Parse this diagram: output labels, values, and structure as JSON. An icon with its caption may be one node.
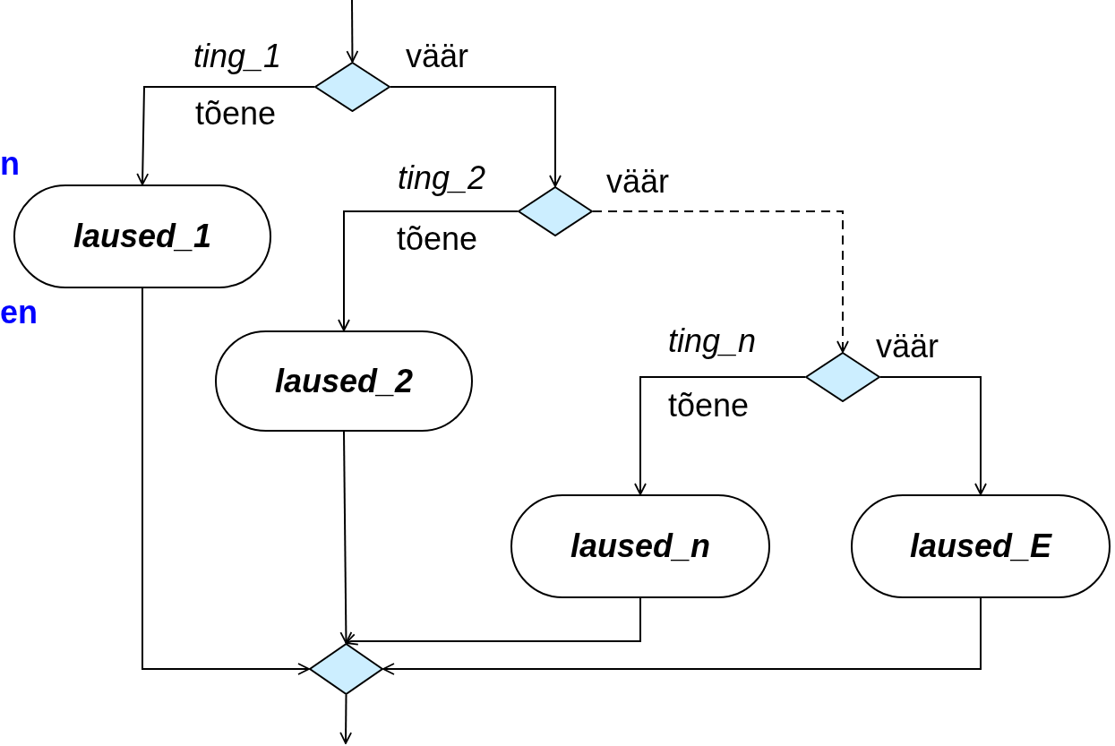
{
  "diagram": {
    "nodes": [
      {
        "text": [],
        "shape": "diamond",
        "beside": [
          "ting_1"
        ]
      },
      {
        "text": [
          "laused_1"
        ]
      },
      {
        "text": [],
        "shape": "diamond",
        "beside": [
          "ting_2"
        ]
      },
      {
        "text": [
          "laused_2"
        ]
      },
      {
        "text": [],
        "shape": "diamond",
        "beside": [
          "ting_n"
        ]
      },
      {
        "text": [
          "laused_n"
        ]
      },
      {
        "text": [
          "laused_E"
        ]
      },
      {
        "text": [],
        "shape": "diamond"
      }
    ],
    "edges": [
      {
        "from": null,
        "to": 0,
        "arrow": "to"
      },
      {
        "from": 0,
        "to": 1,
        "arrow": "to",
        "label": "tõene"
      },
      {
        "from": 0,
        "to": 2,
        "arrow": "to",
        "label": "väär"
      },
      {
        "from": 2,
        "to": 3,
        "arrow": "to",
        "label": "tõene"
      },
      {
        "from": 2,
        "to": 4,
        "arrow": "to",
        "label": "väär",
        "style": "dashed"
      },
      {
        "from": 4,
        "to": 5,
        "arrow": "to",
        "label": "tõene"
      },
      {
        "from": 4,
        "to": 6,
        "arrow": "to",
        "label": "väär"
      },
      {
        "from": 1,
        "to": 7,
        "arrow": "to"
      },
      {
        "from": 3,
        "to": 7,
        "arrow": "to"
      },
      {
        "from": 5,
        "to": 7,
        "arrow": "to"
      },
      {
        "from": 6,
        "to": 7,
        "arrow": "to"
      },
      {
        "from": 7,
        "to": null,
        "arrow": "to"
      }
    ],
    "labels": [
      "n",
      "en"
    ]
  }
}
